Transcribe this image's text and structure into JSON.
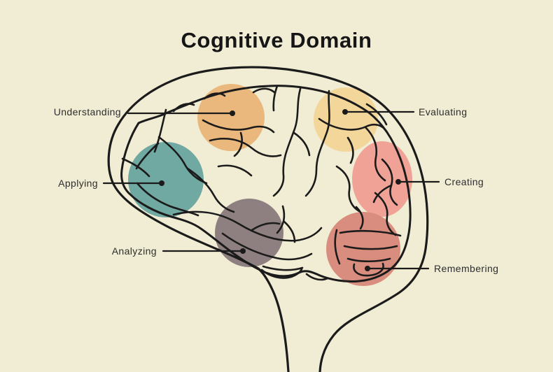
{
  "title": "Cognitive Domain",
  "colors": {
    "background": "#f1edd4",
    "ink": "#1b1b1b",
    "label_text": "#2d2d2d",
    "title_text": "#161616"
  },
  "regions": [
    {
      "id": "understanding",
      "label": "Understanding",
      "color": "#eab87c",
      "side": "left"
    },
    {
      "id": "applying",
      "label": "Applying",
      "color": "#70a8a2",
      "side": "left"
    },
    {
      "id": "analyzing",
      "label": "Analyzing",
      "color": "#8e8080",
      "side": "left"
    },
    {
      "id": "evaluating",
      "label": "Evaluating",
      "color": "#f3d79a",
      "side": "right"
    },
    {
      "id": "creating",
      "label": "Creating",
      "color": "#efa295",
      "side": "right"
    },
    {
      "id": "remembering",
      "label": "Remembering",
      "color": "#d98d7e",
      "side": "right"
    }
  ]
}
